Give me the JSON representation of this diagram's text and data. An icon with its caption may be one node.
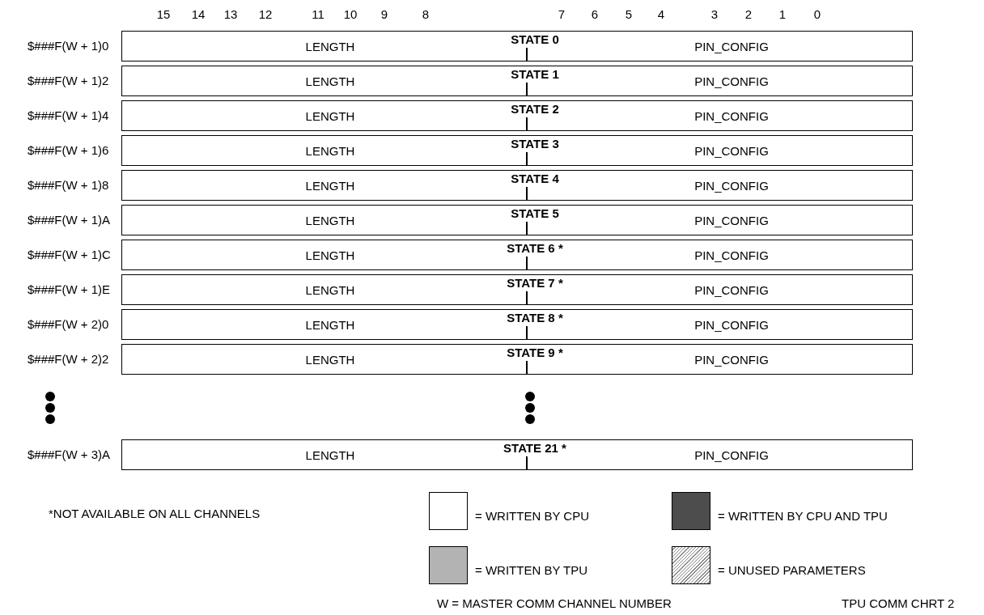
{
  "diagram": {
    "labels": [
      "15",
      "14",
      "13",
      "12",
      "11",
      "10",
      "9",
      "8",
      "7",
      "6",
      "5",
      "4",
      "3",
      "2",
      "1",
      "0",
      "$###F(W + 1)0",
      "LENGTH",
      "STATE 0",
      "PIN_CONFIG",
      "$###F(W + 1)2",
      "LENGTH",
      "STATE 1",
      "PIN_CONFIG",
      "$###F(W + 1)4",
      "LENGTH",
      "STATE 2",
      "PIN_CONFIG",
      "$###F(W + 1)6",
      "LENGTH",
      "STATE 3",
      "PIN_CONFIG",
      "$###F(W + 1)8",
      "LENGTH",
      "STATE 4",
      "PIN_CONFIG",
      "$###F(W + 1)A",
      "LENGTH",
      "STATE 5",
      "PIN_CONFIG",
      "$###F(W + 1)C",
      "LENGTH",
      "STATE 6 *",
      "PIN_CONFIG",
      "$###F(W + 1)E",
      "LENGTH",
      "STATE 7 *",
      "PIN_CONFIG",
      "$###F(W + 2)0",
      "LENGTH",
      "STATE 8 *",
      "PIN_CONFIG",
      "$###F(W + 2)2",
      "LENGTH",
      "STATE 9 *",
      "PIN_CONFIG",
      "$###F(W + 3)A",
      "LENGTH",
      "STATE 21 *",
      "PIN_CONFIG",
      "*NOT AVAILABLE ON ALL CHANNELS",
      "W = MASTER COMM CHANNEL NUMBER",
      "TPU COMM CHRT 2"
    ],
    "legend": [
      {
        "text": "= WRITTEN BY CPU",
        "color": "#ffffff"
      },
      {
        "text": "= WRITTEN BY CPU AND TPU",
        "color": "#4d4d4d"
      },
      {
        "text": "= WRITTEN BY TPU",
        "color": "#b3b3b3"
      },
      {
        "text": "= UNUSED PARAMETERS"
      }
    ]
  }
}
